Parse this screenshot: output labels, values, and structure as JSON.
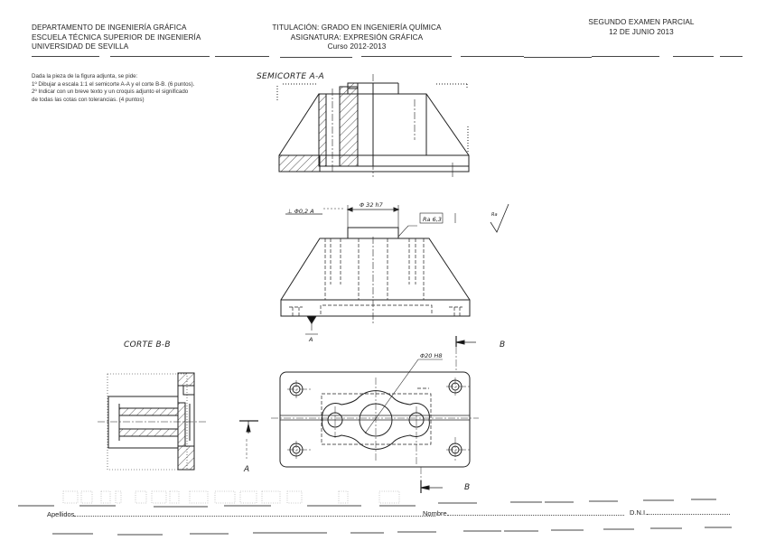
{
  "header": {
    "left": {
      "line1": "DEPARTAMENTO DE INGENIERÍA GRÁFICA",
      "line2": "ESCUELA TÉCNICA SUPERIOR DE INGENIERÍA",
      "line3": "UNIVERSIDAD DE SEVILLA"
    },
    "center": {
      "line1": "TITULACIÓN: GRADO EN INGENIERÍA QUÍMICA",
      "line2": "ASIGNATURA: EXPRESIÓN GRÁFICA",
      "line3": "Curso 2012-2013"
    },
    "right": {
      "line1": "SEGUNDO EXAMEN PARCIAL",
      "line2": "12 DE JUNIO 2013"
    }
  },
  "instructions": {
    "line1": "Dada la pieza de la figura adjunta, se pide:",
    "line2": "1º Dibujar a escala 1:1 el semicorte A-A y el corte B-B. (6 puntos).",
    "line3": "2º Indicar con un breve texto y un croquis adjunto el significado",
    "line4": "de todas las cotas con tolerancias. (4 puntos)"
  },
  "drawing": {
    "semicorte_label": "SEMICORTE A-A",
    "corte_label": "CORTE B-B",
    "dimension_diameter": "Φ 32 h7",
    "perpendicularity_tol": "⊥  Φ0,2  A",
    "roughness_tol": "Ra  6,3",
    "roughness_symbol_value": "Ra",
    "hole_dimension": "Φ20 H8",
    "datum_label": "A",
    "section_marker_a": "A",
    "section_marker_b": "B"
  },
  "footer": {
    "surname_label": "Apellidos",
    "name_label": "Nombre",
    "dni_label": "D.N.I."
  }
}
